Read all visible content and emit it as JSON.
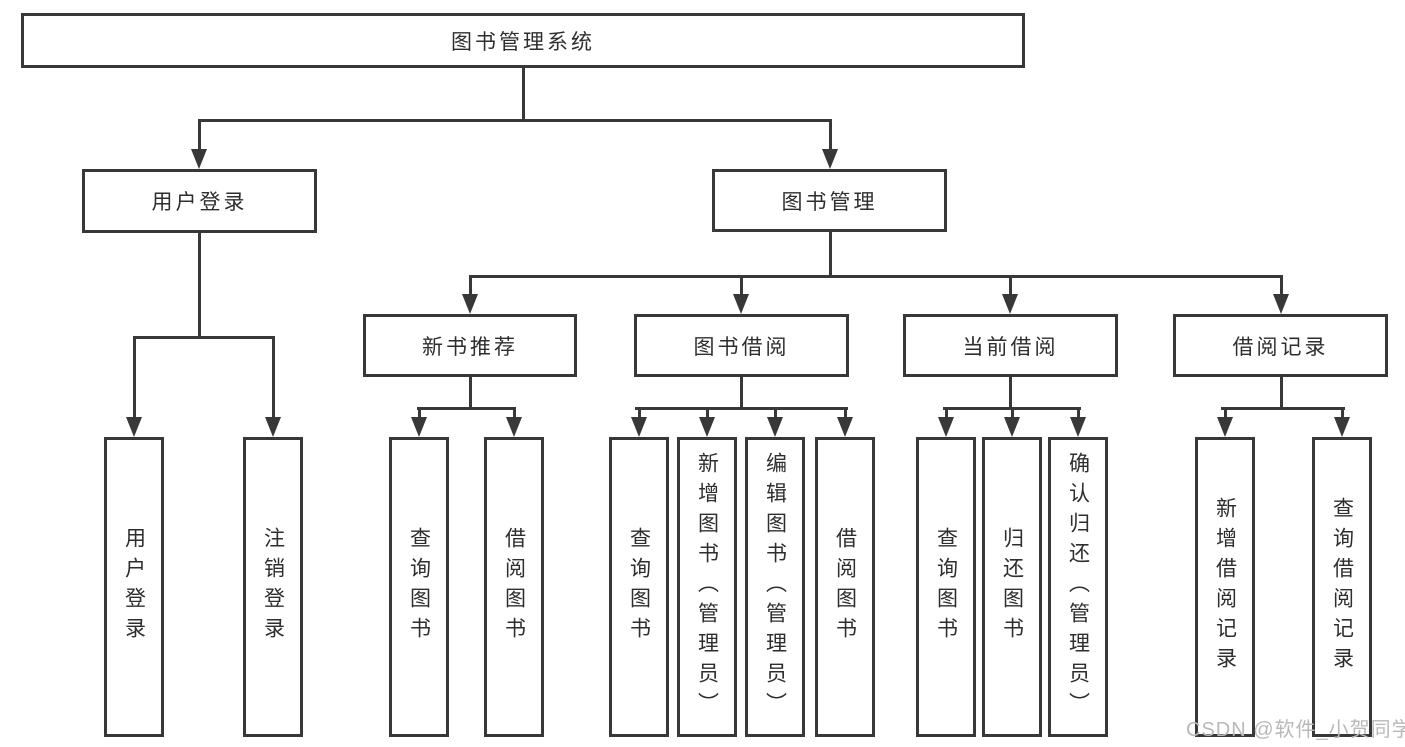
{
  "tree": {
    "root": {
      "label": "图书管理系统",
      "children": [
        {
          "label": "用户登录",
          "children": [
            {
              "label": "用户登录"
            },
            {
              "label": "注销登录"
            }
          ]
        },
        {
          "label": "图书管理",
          "children": [
            {
              "label": "新书推荐",
              "children": [
                {
                  "label": "查询图书"
                },
                {
                  "label": "借阅图书"
                }
              ]
            },
            {
              "label": "图书借阅",
              "children": [
                {
                  "label": "查询图书"
                },
                {
                  "label": "新增图书（管理员）"
                },
                {
                  "label": "编辑图书（管理员）"
                },
                {
                  "label": "借阅图书"
                }
              ]
            },
            {
              "label": "当前借阅",
              "children": [
                {
                  "label": "查询图书"
                },
                {
                  "label": "归还图书"
                },
                {
                  "label": "确认归还（管理员）"
                }
              ]
            },
            {
              "label": "借阅记录",
              "children": [
                {
                  "label": "新增借阅记录"
                },
                {
                  "label": "查询借阅记录"
                }
              ]
            }
          ]
        }
      ]
    }
  },
  "watermark": {
    "text": "CSDN @软件_小贺同学"
  },
  "colors": {
    "line": "#383838",
    "box_background": "#ffffff",
    "text": "#2e2e2e",
    "watermark": "#b9b9b9"
  }
}
